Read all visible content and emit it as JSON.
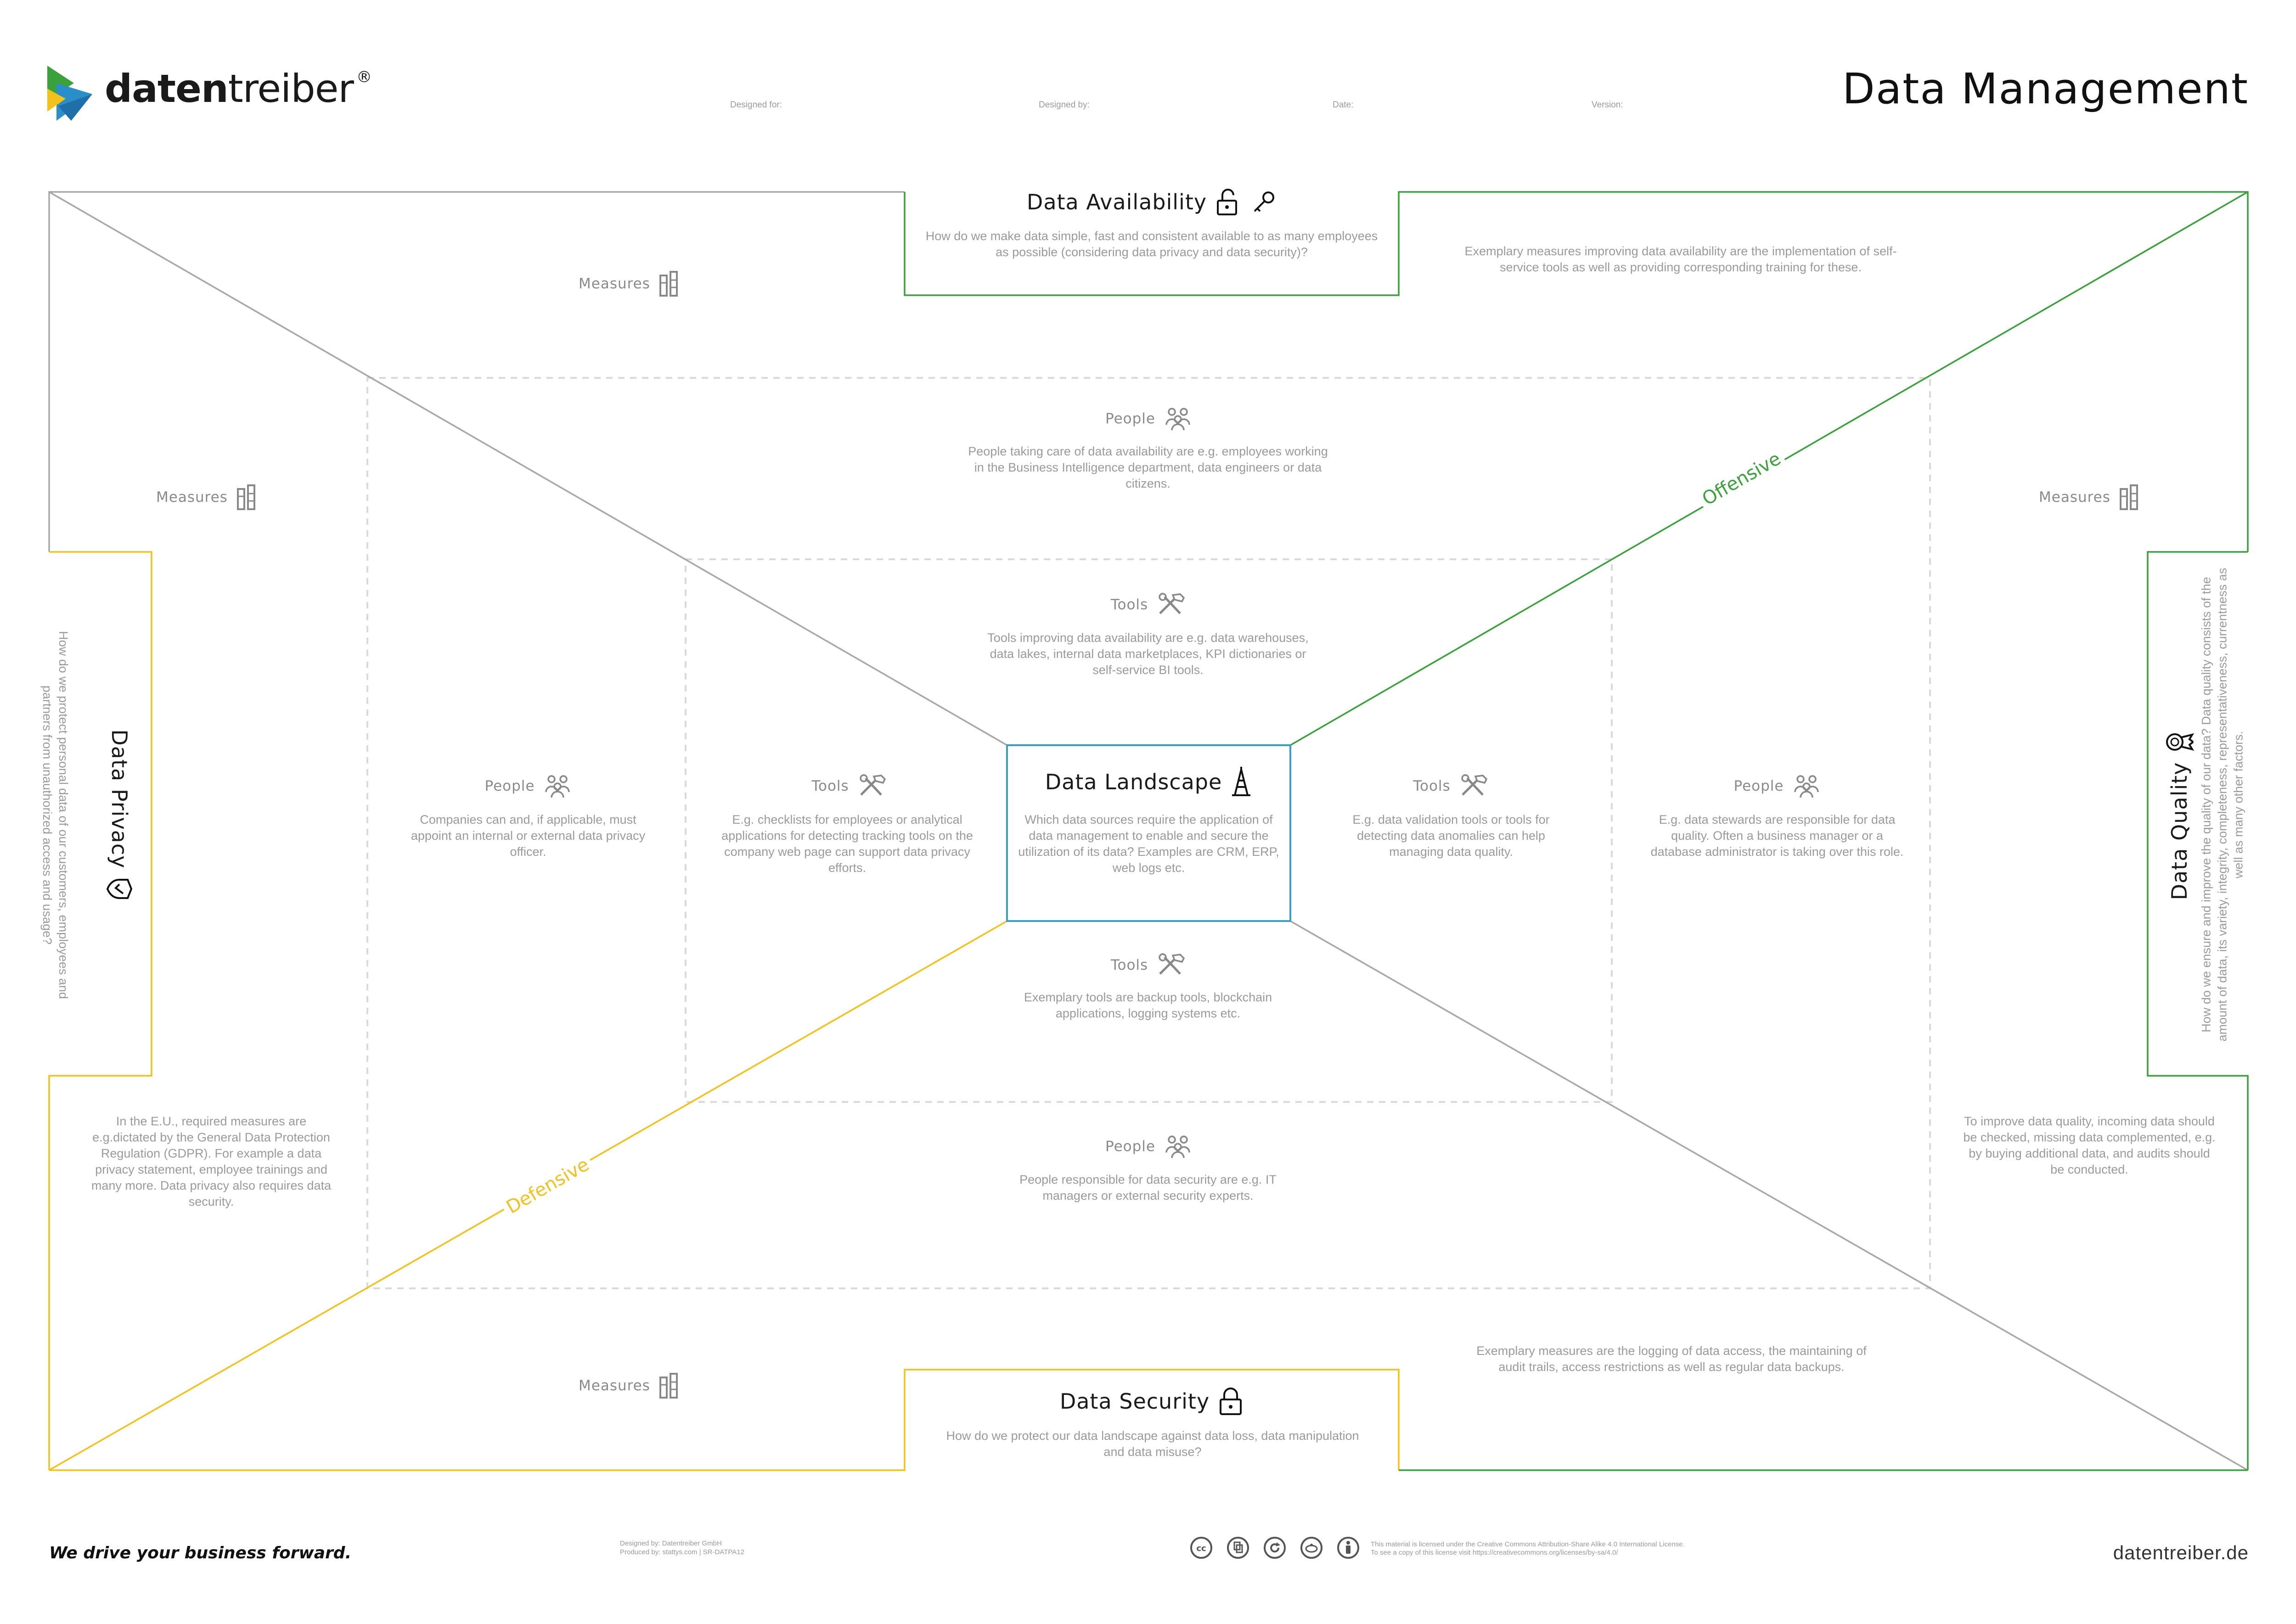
{
  "brand": {
    "name_bold": "daten",
    "name_light": "treiber",
    "registered": "®",
    "tagline": "We drive your business forward.",
    "website": "datentreiber.de"
  },
  "header": {
    "title": "Data Management",
    "fields": [
      {
        "label": "Designed for:"
      },
      {
        "label": "Designed by:"
      },
      {
        "label": "Date:"
      },
      {
        "label": "Version:"
      }
    ]
  },
  "center": {
    "title": "Data Landscape",
    "text": "Which data sources require the application of data management to enable and secure the utilization of its data? Examples are CRM, ERP, web logs etc."
  },
  "availability": {
    "title": "Data Availability",
    "question": "How do we make data simple, fast and consistent available to as many employees as possible (considering data privacy and data security)?",
    "measures_label": "Measures",
    "measures_text": "Exemplary measures improving data availability are the implementation of self-service tools as well as providing corresponding training for these.",
    "people_label": "People",
    "people_text": "People taking care of data availability are e.g. employees working in the Business Intelligence department, data engineers or data citizens.",
    "tools_label": "Tools",
    "tools_text": "Tools improving data availability are e.g. data warehouses, data lakes, internal data marketplaces, KPI dictionaries or self-service BI tools."
  },
  "privacy": {
    "title": "Data Privacy",
    "question": "How do we protect personal data of our customers, employees and partners from unauthorized access and usage?",
    "measures_label": "Measures",
    "measures_text": "In the E.U., required measures are e.g.dictated by the General Data Protection Regulation (GDPR). For example a data privacy statement, employee trainings and many more. Data privacy also requires data security.",
    "people_label": "People",
    "people_text": "Companies can and, if applicable, must appoint an internal or external data privacy officer.",
    "tools_label": "Tools",
    "tools_text": "E.g. checklists for employees or analytical applications for detecting tracking tools on the company web page can support data privacy efforts."
  },
  "quality": {
    "title": "Data Quality",
    "question": "How do we ensure and improve the quality of our data? Data quality consists of the amount of data, its variety, integrity, completeness, representativeness, currentness as well as many other factors.",
    "measures_label": "Measures",
    "measures_text": "To improve data quality, incoming data should be checked, missing data complemented, e.g. by buying additional data, and audits should be conducted.",
    "people_label": "People",
    "people_text": "E.g. data stewards are responsible for data quality. Often a business manager or a database administrator is taking over this role.",
    "tools_label": "Tools",
    "tools_text": "E.g. data validation tools or tools for detecting data anomalies can help managing data quality."
  },
  "security": {
    "title": "Data Security",
    "question": "How do we protect our data landscape against data loss, data manipulation and data misuse?",
    "measures_label": "Measures",
    "measures_text": "Exemplary measures are the logging of data access, the maintaining of audit trails, access restrictions as well as regular data backups.",
    "people_label": "People",
    "people_text": "People responsible for data security are e.g. IT managers or external security experts.",
    "tools_label": "Tools",
    "tools_text": "Exemplary tools are backup tools, blockchain applications, logging systems etc."
  },
  "diagonals": {
    "offensive": "Offensive",
    "defensive": "Defensive"
  },
  "footer": {
    "designed_by": "Designed by: Datentreiber GmbH",
    "produced_by": "Produced by: stattys.com | SR-DATPA12",
    "license_1": "This material is licensed under the Creative Commons Attribution-Share Alike 4.0 International License.",
    "license_2": "To see a copy of this license visit https://creativecommons.org/licenses/by-sa/4.0/",
    "cc_icons": [
      "cc-icon",
      "by-icon",
      "sa-icon",
      "nc-icon",
      "person-icon"
    ]
  },
  "colors": {
    "green": "#3aa23a",
    "yellow": "#f2c21a",
    "blue": "#3a9ec9",
    "gray_line": "#a8a8a8",
    "dash": "#d6d6d6"
  }
}
